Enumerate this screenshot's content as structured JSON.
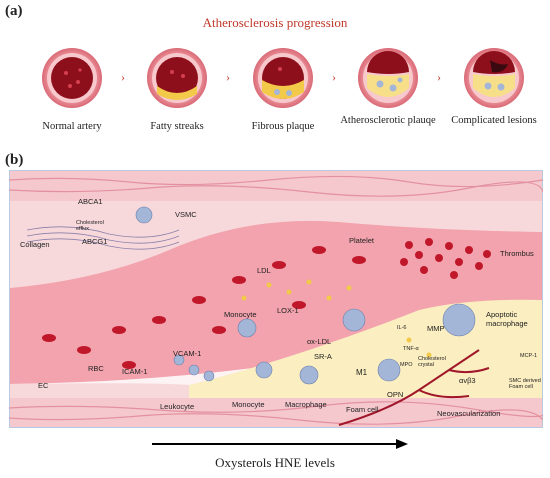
{
  "panel_a": {
    "label": "(a)",
    "title": "Atherosclerosis progression",
    "stages": [
      {
        "label": "Normal artery"
      },
      {
        "label": "Fatty streaks"
      },
      {
        "label": "Fibrous plaque"
      },
      {
        "label": "Atherosclerotic plauqe"
      },
      {
        "label": "Complicated lesions"
      }
    ],
    "chevron": "›"
  },
  "panel_b": {
    "label": "(b)",
    "labels": {
      "abca1": "ABCA1",
      "cholesterol_efflux": "Cholesterol efflux",
      "abcg1": "ABCG1",
      "collagen": "Collagen",
      "vsmc": "VSMC",
      "platelet": "Platelet",
      "thrombus": "Thrombus",
      "ldl": "LDL",
      "lox1": "LOX-1",
      "monocyte_top": "Monocyte",
      "vcam1": "VCAM-1",
      "icam1": "ICAM-1",
      "rbc": "RBC",
      "ec": "EC",
      "leukocyte": "Leukocyte",
      "monocyte_bottom": "Monocyte",
      "macrophage": "Macrophage",
      "oxldl": "ox-LDL",
      "sra": "SR-A",
      "m1": "M1",
      "foam_cell": "Foam cell",
      "opn": "OPN",
      "il6": "IL-6",
      "tnfa": "TNF-α",
      "mpo": "MPO",
      "mmp": "MMP",
      "cholesterol_crystal": "Cholesterol crystal",
      "apoptotic_macrophage": "Apoptotic macrophage",
      "mcp1": "MCP-1",
      "smc_foam": "SMC derived Foam cell",
      "avb3": "αvβ3",
      "neovascularization": "Neovascularization"
    },
    "axis_label": "Oxysterols HNE levels"
  },
  "colors": {
    "title_red": "#c0392b",
    "vessel_wall": "#f2b8c0",
    "lumen": "#f9d5d9",
    "rbc": "#c0182a",
    "plaque": "#fbeec0",
    "frame": "#b9c9e2"
  }
}
